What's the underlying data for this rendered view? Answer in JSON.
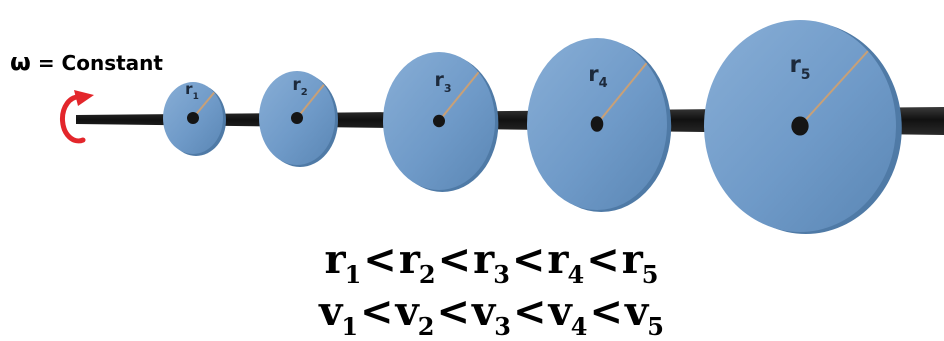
{
  "omega_label": {
    "symbol": "ω",
    "text": "= Constant"
  },
  "disks": [
    {
      "label": "r",
      "sub": "1"
    },
    {
      "label": "r",
      "sub": "2"
    },
    {
      "label": "r",
      "sub": "3"
    },
    {
      "label": "r",
      "sub": "4"
    },
    {
      "label": "r",
      "sub": "5"
    }
  ],
  "relations": {
    "radius": {
      "symbol": "r",
      "subs": [
        "1",
        "2",
        "3",
        "4",
        "5"
      ],
      "operator": "<"
    },
    "velocity": {
      "symbol": "v",
      "subs": [
        "1",
        "2",
        "3",
        "4",
        "5"
      ],
      "operator": "<"
    }
  },
  "colors": {
    "disk_fill": "#6f9ac8",
    "disk_edge": "#4f7aa6",
    "axle": "#151515",
    "radius_line": "#c8a077",
    "rotation_arrow": "#e3262b",
    "text": "#000000"
  }
}
